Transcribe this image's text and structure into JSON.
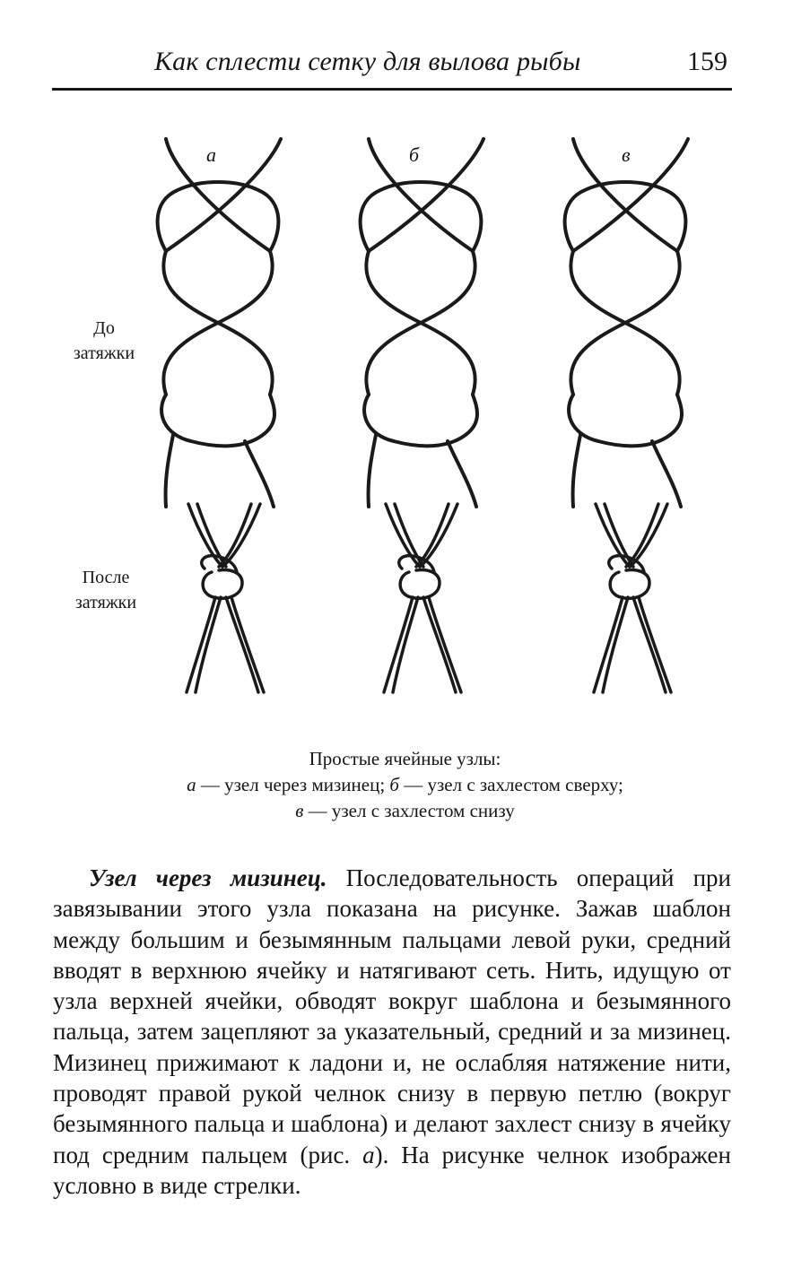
{
  "header": {
    "title": "Как сплести сетку для вылова рыбы",
    "page_number": "159"
  },
  "figure": {
    "column_labels": [
      "а",
      "б",
      "в"
    ],
    "row_labels": {
      "before": [
        "До",
        "затяжки"
      ],
      "after": [
        "После",
        "затяжки"
      ]
    },
    "caption": {
      "title": "Простые ячейные узлы:",
      "items": [
        {
          "letter": "а",
          "text": " — узел через мизинец; "
        },
        {
          "letter": "б",
          "text": " — узел с захлестом сверху;"
        },
        {
          "letter": "в",
          "text": " — узел с захлестом снизу"
        }
      ]
    }
  },
  "paragraph": {
    "lead": "Узел через мизинец.",
    "text_before_ref": " Последовательность операций при завязывании этого узла показана на рисунке. Зажав шаблон между большим и безымянным пальцами левой руки, средний вводят в верхнюю ячейку и натягивают сеть. Нить, идущую от узла верхней ячейки, обводят вокруг шаблона и безымянного пальца, затем зацепляют за указательный, средний и за мизинец. Мизинец прижимают к ладони и, не ослабляя натяжение нити, проводят правой рукой челнок снизу в первую петлю (вокруг безымянного пальца и шаблона) и делают захлест снизу в ячейку под средним пальцем (рис. ",
    "ref_letter": "а",
    "text_after_ref": "). На рисунке челнок изображен условно в виде стрелки."
  }
}
